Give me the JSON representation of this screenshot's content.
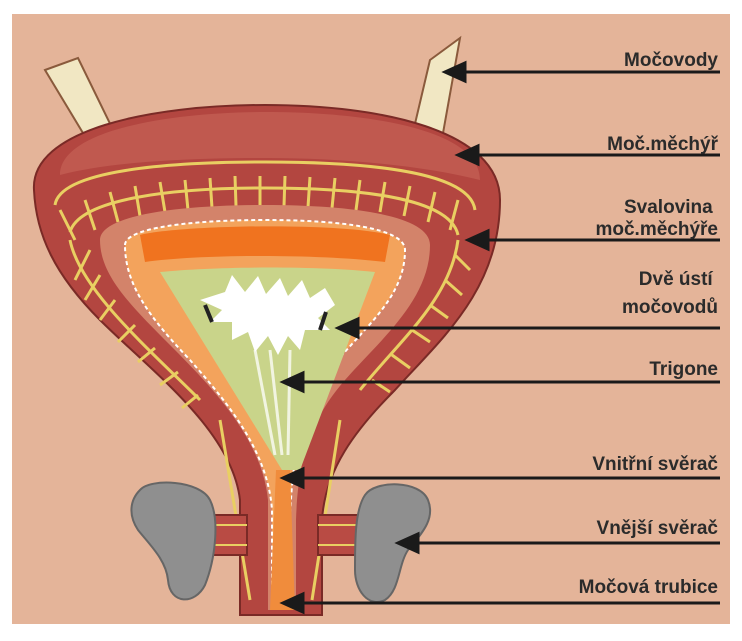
{
  "diagram": {
    "labels": [
      {
        "id": "ureters",
        "lines": [
          "Močovody"
        ]
      },
      {
        "id": "bladder",
        "lines": [
          "Moč.měchýř"
        ]
      },
      {
        "id": "muscle",
        "lines": [
          "Svalovina",
          "moč.měchýře"
        ]
      },
      {
        "id": "orifices",
        "lines": [
          "Dvě ústí",
          "močovodů"
        ]
      },
      {
        "id": "trigone",
        "lines": [
          "Trigone"
        ]
      },
      {
        "id": "internal-sphincter",
        "lines": [
          "Vnitřní svěrač"
        ]
      },
      {
        "id": "external-sphincter",
        "lines": [
          "Vnější svěrač"
        ]
      },
      {
        "id": "urethra",
        "lines": [
          "Močová trubice"
        ]
      }
    ]
  }
}
